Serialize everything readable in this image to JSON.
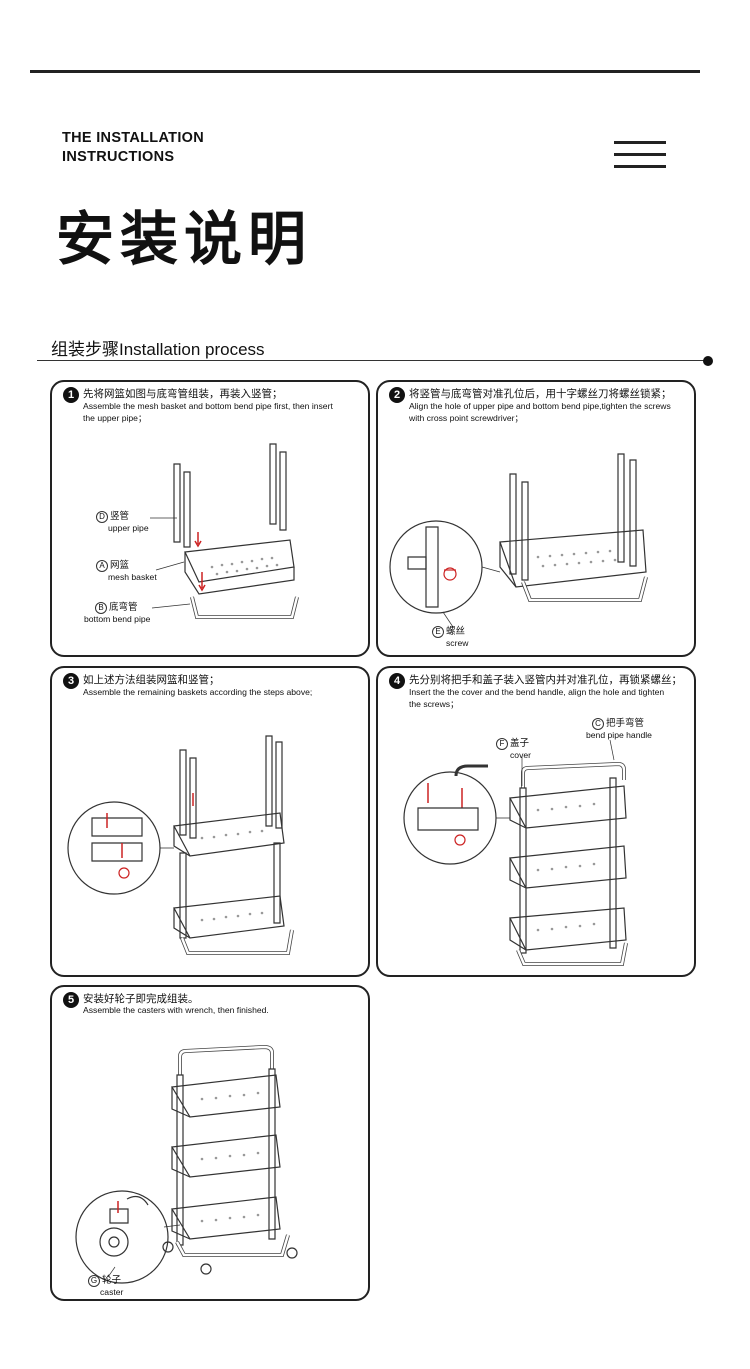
{
  "header": {
    "eng_title_line1": "THE INSTALLATION",
    "eng_title_line2": "INSTRUCTIONS",
    "cn_title": "安装说明",
    "menu_icon": "hamburger-menu-icon"
  },
  "section": {
    "title": "组装步骤Installation process"
  },
  "steps": [
    {
      "num": "1",
      "cn": "先将网篮如图与底弯管组装，再装入竖管；",
      "en_line1": "Assemble the mesh basket and bottom bend pipe first, then insert",
      "en_line2": "the upper pipe；",
      "labels": [
        {
          "letter": "D",
          "cn": "竖管",
          "en": "upper pipe"
        },
        {
          "letter": "A",
          "cn": "网篮",
          "en": "mesh basket"
        },
        {
          "letter": "B",
          "cn": "底弯管",
          "en": "bottom bend pipe"
        }
      ]
    },
    {
      "num": "2",
      "cn": "将竖管与底弯管对准孔位后，用十字螺丝刀将螺丝锁紧；",
      "en_line1": "Align the hole of upper pipe and bottom bend pipe,tighten the screws",
      "en_line2": "with cross point screwdriver；",
      "labels": [
        {
          "letter": "E",
          "cn": "螺丝",
          "en": "screw"
        }
      ]
    },
    {
      "num": "3",
      "cn": "如上述方法组装网篮和竖管；",
      "en_line1": "Assemble the remaining baskets according the steps above;",
      "en_line2": "",
      "labels": []
    },
    {
      "num": "4",
      "cn": "先分别将把手和盖子装入竖管内并对准孔位，再锁紧螺丝；",
      "en_line1": "Insert the the cover and the bend handle, align the hole and tighten",
      "en_line2": "the screws；",
      "labels": [
        {
          "letter": "C",
          "cn": "把手弯管",
          "en": "bend pipe handle"
        },
        {
          "letter": "F",
          "cn": "盖子",
          "en": "cover"
        }
      ]
    },
    {
      "num": "5",
      "cn": "安装好轮子即完成组装。",
      "en_line1": "Assemble the casters with wrench, then finished.",
      "en_line2": "",
      "labels": [
        {
          "letter": "G",
          "cn": "轮子",
          "en": "caster"
        }
      ]
    }
  ]
}
